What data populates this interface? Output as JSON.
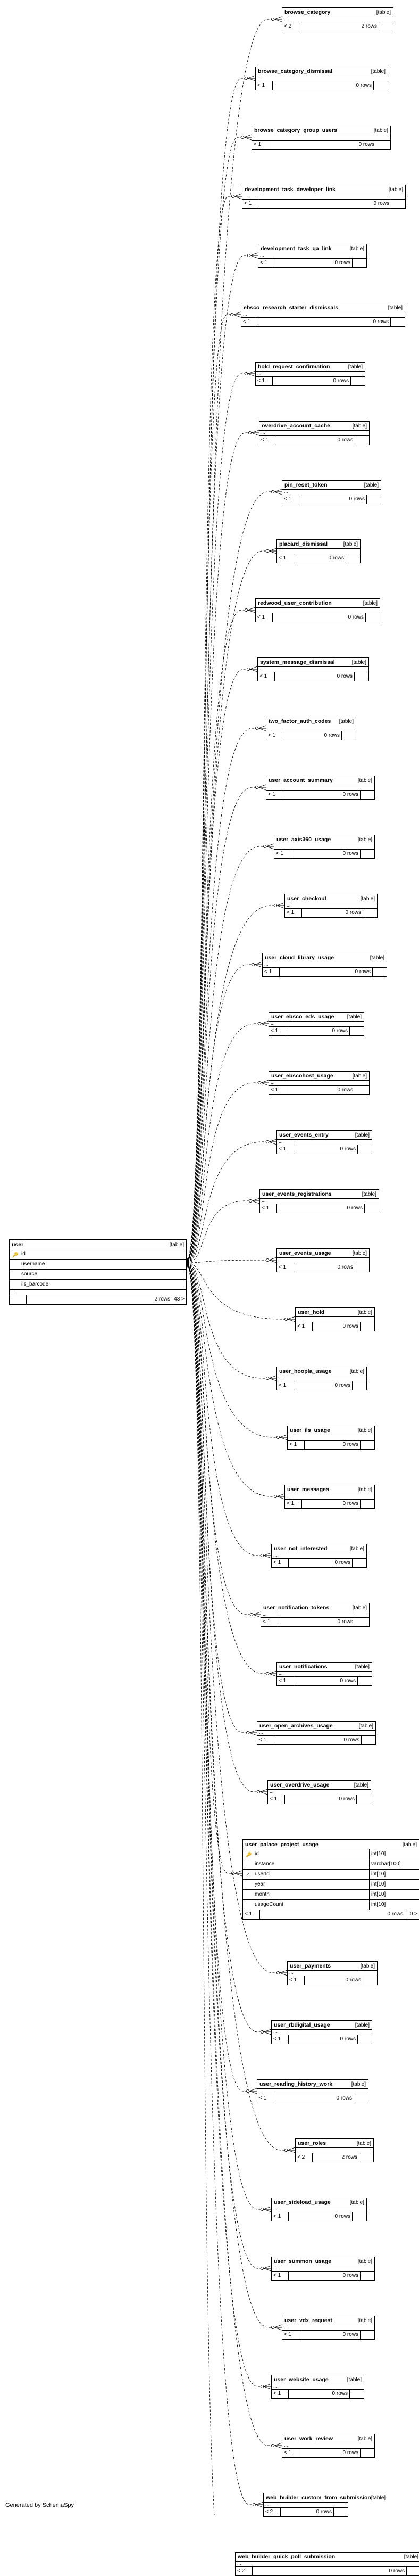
{
  "main_table": {
    "name": "user",
    "kind": "[table]",
    "columns": [
      {
        "name": "id",
        "icon": "key-icon"
      },
      {
        "name": "username"
      },
      {
        "name": "source"
      },
      {
        "name": "ils_barcode"
      }
    ],
    "dots": "...",
    "rows": "2 rows",
    "children": "43 >"
  },
  "related_tables": [
    {
      "name": "browse_category",
      "kind": "[table]",
      "parents": "< 2",
      "rows": "2 rows"
    },
    {
      "name": "browse_category_dismissal",
      "kind": "[table]",
      "parents": "< 1",
      "rows": "0 rows"
    },
    {
      "name": "browse_category_group_users",
      "kind": "[table]",
      "parents": "< 1",
      "rows": "0 rows"
    },
    {
      "name": "development_task_developer_link",
      "kind": "[table]",
      "parents": "< 1",
      "rows": "0 rows"
    },
    {
      "name": "development_task_qa_link",
      "kind": "[table]",
      "parents": "< 1",
      "rows": "0 rows"
    },
    {
      "name": "ebsco_research_starter_dismissals",
      "kind": "[table]",
      "parents": "< 1",
      "rows": "0 rows"
    },
    {
      "name": "hold_request_confirmation",
      "kind": "[table]",
      "parents": "< 1",
      "rows": "0 rows"
    },
    {
      "name": "overdrive_account_cache",
      "kind": "[table]",
      "parents": "< 1",
      "rows": "0 rows"
    },
    {
      "name": "pin_reset_token",
      "kind": "[table]",
      "parents": "< 1",
      "rows": "0 rows"
    },
    {
      "name": "placard_dismissal",
      "kind": "[table]",
      "parents": "< 1",
      "rows": "0 rows"
    },
    {
      "name": "redwood_user_contribution",
      "kind": "[table]",
      "parents": "< 1",
      "rows": "0 rows"
    },
    {
      "name": "system_message_dismissal",
      "kind": "[table]",
      "parents": "< 1",
      "rows": "0 rows"
    },
    {
      "name": "two_factor_auth_codes",
      "kind": "[table]",
      "parents": "< 1",
      "rows": "0 rows"
    },
    {
      "name": "user_account_summary",
      "kind": "[table]",
      "parents": "< 1",
      "rows": "0 rows"
    },
    {
      "name": "user_axis360_usage",
      "kind": "[table]",
      "parents": "< 1",
      "rows": "0 rows"
    },
    {
      "name": "user_checkout",
      "kind": "[table]",
      "parents": "< 1",
      "rows": "0 rows"
    },
    {
      "name": "user_cloud_library_usage",
      "kind": "[table]",
      "parents": "< 1",
      "rows": "0 rows"
    },
    {
      "name": "user_ebsco_eds_usage",
      "kind": "[table]",
      "parents": "< 1",
      "rows": "0 rows"
    },
    {
      "name": "user_ebscohost_usage",
      "kind": "[table]",
      "parents": "< 1",
      "rows": "0 rows"
    },
    {
      "name": "user_events_entry",
      "kind": "[table]",
      "parents": "< 1",
      "rows": "0 rows"
    },
    {
      "name": "user_events_registrations",
      "kind": "[table]",
      "parents": "< 1",
      "rows": "0 rows"
    },
    {
      "name": "user_events_usage",
      "kind": "[table]",
      "parents": "< 1",
      "rows": "0 rows"
    },
    {
      "name": "user_hold",
      "kind": "[table]",
      "parents": "< 1",
      "rows": "0 rows"
    },
    {
      "name": "user_hoopla_usage",
      "kind": "[table]",
      "parents": "< 1",
      "rows": "0 rows"
    },
    {
      "name": "user_ils_usage",
      "kind": "[table]",
      "parents": "< 1",
      "rows": "0 rows"
    },
    {
      "name": "user_messages",
      "kind": "[table]",
      "parents": "< 1",
      "rows": "0 rows"
    },
    {
      "name": "user_not_interested",
      "kind": "[table]",
      "parents": "< 1",
      "rows": "0 rows"
    },
    {
      "name": "user_notification_tokens",
      "kind": "[table]",
      "parents": "< 1",
      "rows": "0 rows"
    },
    {
      "name": "user_notifications",
      "kind": "[table]",
      "parents": "< 1",
      "rows": "0 rows"
    },
    {
      "name": "user_open_archives_usage",
      "kind": "[table]",
      "parents": "< 1",
      "rows": "0 rows"
    },
    {
      "name": "user_overdrive_usage",
      "kind": "[table]",
      "parents": "< 1",
      "rows": "0 rows"
    },
    {
      "name": "user_palace_project_usage",
      "kind": "[table]",
      "parents": "< 1",
      "rows": "0 rows",
      "children": "0 >",
      "columns": [
        {
          "name": "id",
          "type": "int[10]",
          "icon": "key-icon"
        },
        {
          "name": "instance",
          "type": "varchar[100]"
        },
        {
          "name": "userId",
          "type": "int[10]",
          "icon": "foreign-key-icon"
        },
        {
          "name": "year",
          "type": "int[10]"
        },
        {
          "name": "month",
          "type": "int[10]"
        },
        {
          "name": "usageCount",
          "type": "int[10]"
        }
      ]
    },
    {
      "name": "user_payments",
      "kind": "[table]",
      "parents": "< 1",
      "rows": "0 rows"
    },
    {
      "name": "user_rbdigital_usage",
      "kind": "[table]",
      "parents": "< 1",
      "rows": "0 rows"
    },
    {
      "name": "user_reading_history_work",
      "kind": "[table]",
      "parents": "< 1",
      "rows": "0 rows"
    },
    {
      "name": "user_roles",
      "kind": "[table]",
      "parents": "< 2",
      "rows": "2 rows"
    },
    {
      "name": "user_sideload_usage",
      "kind": "[table]",
      "parents": "< 1",
      "rows": "0 rows"
    },
    {
      "name": "user_summon_usage",
      "kind": "[table]",
      "parents": "< 1",
      "rows": "0 rows"
    },
    {
      "name": "user_vdx_request",
      "kind": "[table]",
      "parents": "< 1",
      "rows": "0 rows"
    },
    {
      "name": "user_website_usage",
      "kind": "[table]",
      "parents": "< 1",
      "rows": "0 rows"
    },
    {
      "name": "user_work_review",
      "kind": "[table]",
      "parents": "< 1",
      "rows": "0 rows"
    },
    {
      "name": "web_builder_custom_from_submission",
      "kind": "[table]",
      "parents": "< 2",
      "rows": "0 rows"
    },
    {
      "name": "web_builder_quick_poll_submission",
      "kind": "[table]",
      "parents": "< 2",
      "rows": "0 rows"
    }
  ],
  "footer": {
    "credit": "Generated by SchemaSpy"
  }
}
